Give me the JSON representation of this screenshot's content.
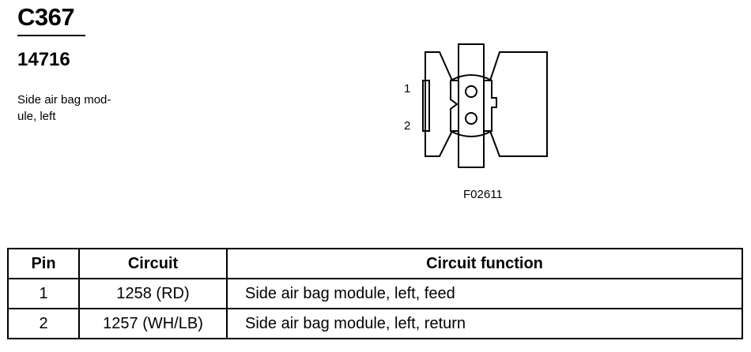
{
  "header": {
    "connector_id": "C367",
    "part_number": "14716",
    "description": "Side air bag mod-\nule, left"
  },
  "diagram": {
    "pin_labels": [
      "1",
      "2"
    ],
    "figure_code": "F02611"
  },
  "table": {
    "columns": [
      "Pin",
      "Circuit",
      "Circuit function"
    ],
    "rows": [
      {
        "pin": "1",
        "circuit": "1258 (RD)",
        "function": "Side air bag module, left, feed"
      },
      {
        "pin": "2",
        "circuit": "1257 (WH/LB)",
        "function": "Side air bag module, left, return"
      }
    ]
  }
}
